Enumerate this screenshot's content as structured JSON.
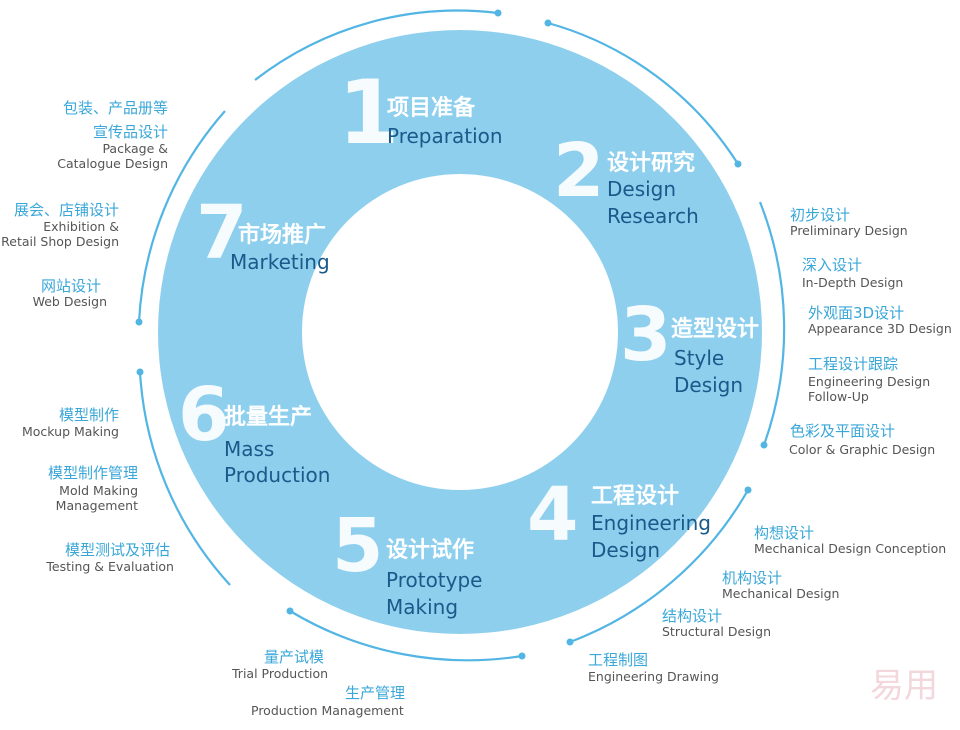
{
  "colors": {
    "ring": "#8ecfee",
    "ring_inner": "#ffffff",
    "arc": "#52b5e3",
    "stage_en": "#1a5a8a",
    "sub_zh": "#3aa7d8",
    "sub_en": "#555555"
  },
  "stages": [
    {
      "num": "1",
      "zh": "项目准备",
      "en": [
        "Preparation"
      ]
    },
    {
      "num": "2",
      "zh": "设计研究",
      "en": [
        "Design",
        "Research"
      ]
    },
    {
      "num": "3",
      "zh": "造型设计",
      "en": [
        "Style",
        "Design"
      ]
    },
    {
      "num": "4",
      "zh": "工程设计",
      "en": [
        "Engineering",
        "Design"
      ]
    },
    {
      "num": "5",
      "zh": "设计试作",
      "en": [
        "Prototype",
        "Making"
      ]
    },
    {
      "num": "6",
      "zh": "批量生产",
      "en": [
        "Mass",
        "Production"
      ]
    },
    {
      "num": "7",
      "zh": "市场推广",
      "en": [
        "Marketing"
      ]
    }
  ],
  "substeps": {
    "style": [
      {
        "zh": "初步设计",
        "en": [
          "Preliminary Design"
        ]
      },
      {
        "zh": "深入设计",
        "en": [
          "In-Depth Design"
        ]
      },
      {
        "zh": "外观面3D设计",
        "en": [
          "Appearance 3D Design"
        ]
      },
      {
        "zh": "工程设计跟踪",
        "en": [
          "Engineering Design",
          "Follow-Up"
        ]
      },
      {
        "zh": "色彩及平面设计",
        "en": [
          "Color & Graphic Design"
        ]
      }
    ],
    "engineering": [
      {
        "zh": "构想设计",
        "en": [
          "Mechanical Design Conception"
        ]
      },
      {
        "zh": "机构设计",
        "en": [
          "Mechanical Design"
        ]
      },
      {
        "zh": "结构设计",
        "en": [
          "Structural Design"
        ]
      },
      {
        "zh": "工程制图",
        "en": [
          "Engineering Drawing"
        ]
      }
    ],
    "production": [
      {
        "zh": "量产试模",
        "en": [
          "Trial Production"
        ]
      },
      {
        "zh": "生产管理",
        "en": [
          "Production Management"
        ]
      }
    ],
    "prototype": [
      {
        "zh": "模型制作",
        "en": [
          "Mockup Making"
        ]
      },
      {
        "zh": "模型制作管理",
        "en": [
          "Mold Making",
          "Management"
        ]
      },
      {
        "zh": "模型测试及评估",
        "en": [
          "Testing & Evaluation"
        ]
      }
    ],
    "marketing": [
      {
        "zh": "包装、产品册等",
        "en": []
      },
      {
        "zh": "宣传品设计",
        "en": [
          "Package &",
          "Catalogue Design"
        ]
      },
      {
        "zh": "展会、店铺设计",
        "en": [
          "Exhibition &",
          "Retail Shop Design"
        ]
      },
      {
        "zh": "网站设计",
        "en": [
          "Web Design"
        ]
      }
    ]
  },
  "watermark": "易用"
}
